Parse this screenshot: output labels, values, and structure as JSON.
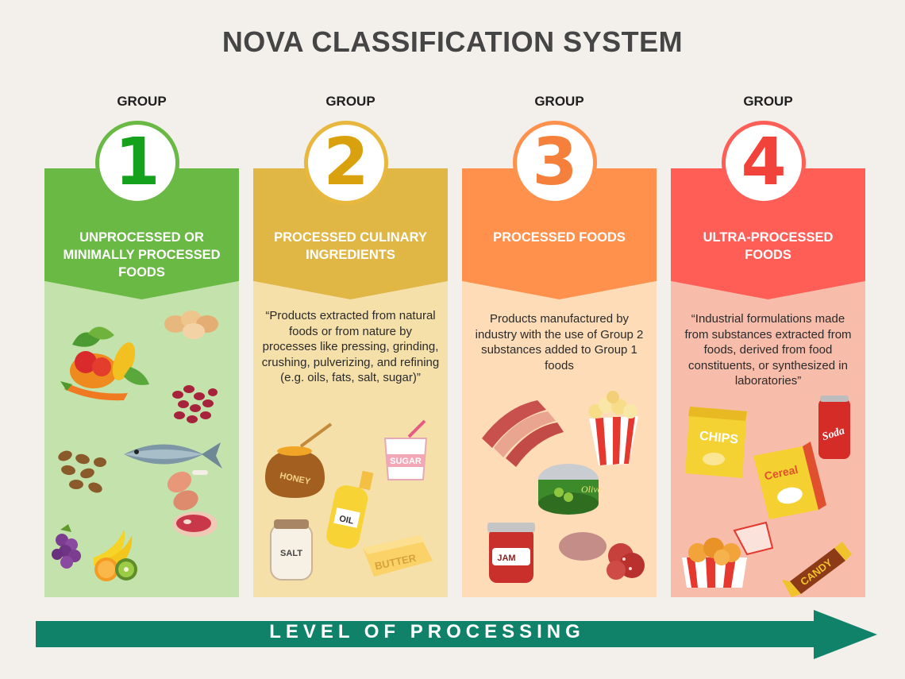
{
  "title": "NOVA CLASSIFICATION SYSTEM",
  "group_label": "GROUP",
  "groups": [
    {
      "number": "1",
      "title": "UNPROCESSED OR MINIMALLY PROCESSED FOODS",
      "description": "",
      "colors": {
        "header": "#6ab944",
        "body": "#c4e3ac",
        "ring": "#6ab944",
        "number": "#16a11c"
      },
      "food_icons": [
        "vegetables-icon",
        "eggs-icon",
        "beans-icon",
        "nuts-icon",
        "fish-icon",
        "chicken-icon",
        "steak-icon",
        "fruits-icon"
      ]
    },
    {
      "number": "2",
      "title": "PROCESSED CULINARY INGREDIENTS",
      "description": "“Products extracted from natural foods or from nature by processes like pressing, grinding, crushing, pulverizing, and refining (e.g. oils, fats, salt, sugar)”",
      "colors": {
        "header": "#e0b744",
        "body": "#f6e0aa",
        "ring": "#e7b83d",
        "number": "#d9a10e"
      },
      "food_icons": [
        "honey-icon",
        "sugar-icon",
        "oil-icon",
        "salt-icon",
        "butter-icon"
      ],
      "food_labels": {
        "honey": "HONEY",
        "sugar": "SUGAR",
        "oil": "OIL",
        "salt": "SALT",
        "butter": "BUTTER"
      }
    },
    {
      "number": "3",
      "title": "PROCESSED FOODS",
      "description": "Products manufactured by industry with the use of Group 2 substances added to Group 1 foods",
      "colors": {
        "header": "#ff914d",
        "body": "#fddcb7",
        "ring": "#ff914d",
        "number": "#f5803c"
      },
      "food_icons": [
        "bacon-icon",
        "popcorn-icon",
        "olive-can-icon",
        "jam-icon",
        "salami-icon"
      ],
      "food_labels": {
        "olive": "Olive",
        "jam": "JAM"
      }
    },
    {
      "number": "4",
      "title": "ULTRA-PROCESSED FOODS",
      "description": "“Industrial formulations made from substances extracted from foods, derived from food constituents, or synthesized in laboratories”",
      "colors": {
        "header": "#ff5e57",
        "body": "#f8bcaa",
        "ring": "#ff5e57",
        "number": "#f2433a"
      },
      "food_icons": [
        "chips-icon",
        "soda-icon",
        "cereal-icon",
        "fried-chicken-icon",
        "candy-icon"
      ],
      "food_labels": {
        "chips": "CHIPS",
        "soda": "Soda",
        "cereal": "Cereal",
        "candy": "CANDY"
      }
    }
  ],
  "arrow": {
    "label": "LEVEL OF PROCESSING",
    "color": "#11826a"
  }
}
